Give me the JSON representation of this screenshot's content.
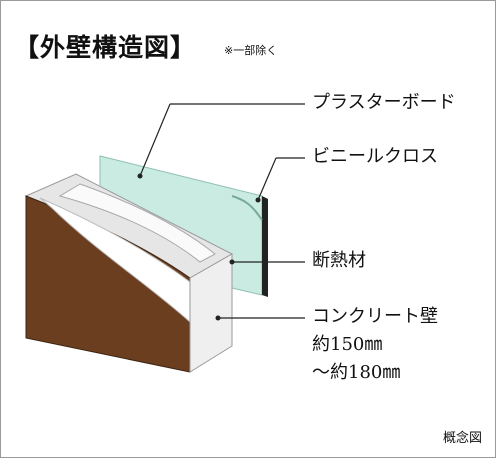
{
  "title": "【外壁構造図】",
  "note": "※一部除く",
  "labels": {
    "plasterboard": "プラスターボード",
    "vinyl_cloth": "ビニールクロス",
    "insulation": "断熱材",
    "concrete_wall": "コンクリート壁",
    "thickness_line1": "約150㎜",
    "thickness_line2": "～約180㎜"
  },
  "caption": "概念図",
  "colors": {
    "concrete_face": "#6b3e1f",
    "insulation_face": "#f2f2f2",
    "plasterboard": "#c9ebe2",
    "cloth_edge": "#222222",
    "leader_line": "#222222"
  }
}
